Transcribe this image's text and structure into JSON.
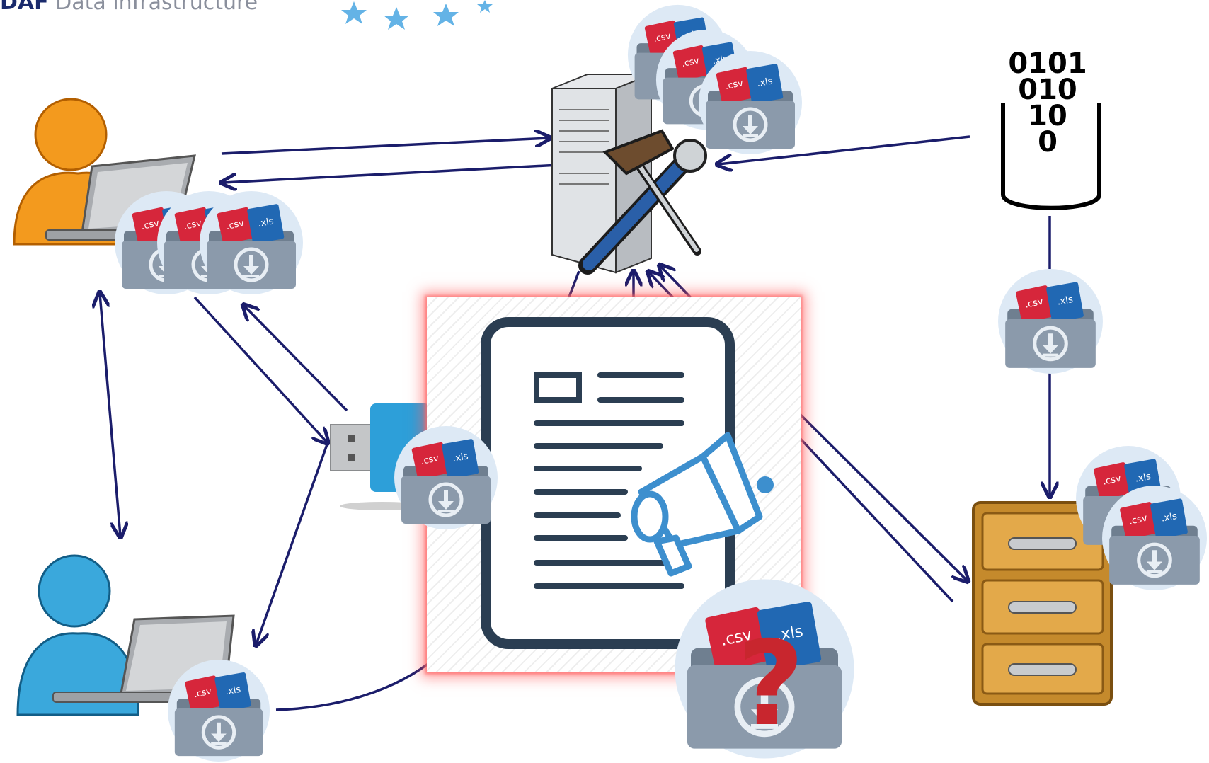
{
  "header": {
    "brand": "DAF",
    "subtitle": "Data infrastructure"
  },
  "binary_source": {
    "lines": [
      "0101",
      "010",
      "10",
      "0"
    ]
  },
  "file_badges": {
    "csv": ".csv",
    "xls": ".xls"
  },
  "unknown_dataset": {
    "mark": "?"
  },
  "icons": {
    "user_orange": "user-laptop-icon",
    "user_blue": "user-laptop-icon",
    "server": "server-tools-icon",
    "binary": "binary-database-icon",
    "usb": "usb-drive-icon",
    "catalog": "document-announcement-icon",
    "cabinet": "filing-cabinet-icon",
    "dataset": "dataset-folder-icon"
  },
  "colors": {
    "arrow": "#1b1d6b",
    "folder": "#8b9aab",
    "folder_circle": "#dde9f5",
    "csv_badge": "#d6263b",
    "xls_badge": "#2168b3",
    "orange_user": "#f39a1e",
    "blue_user": "#3aa8dc",
    "highlight_glow": "#ff5a5a",
    "document_stroke": "#2b3e52",
    "megaphone": "#3d8fce",
    "question_mark": "#c8262e"
  }
}
